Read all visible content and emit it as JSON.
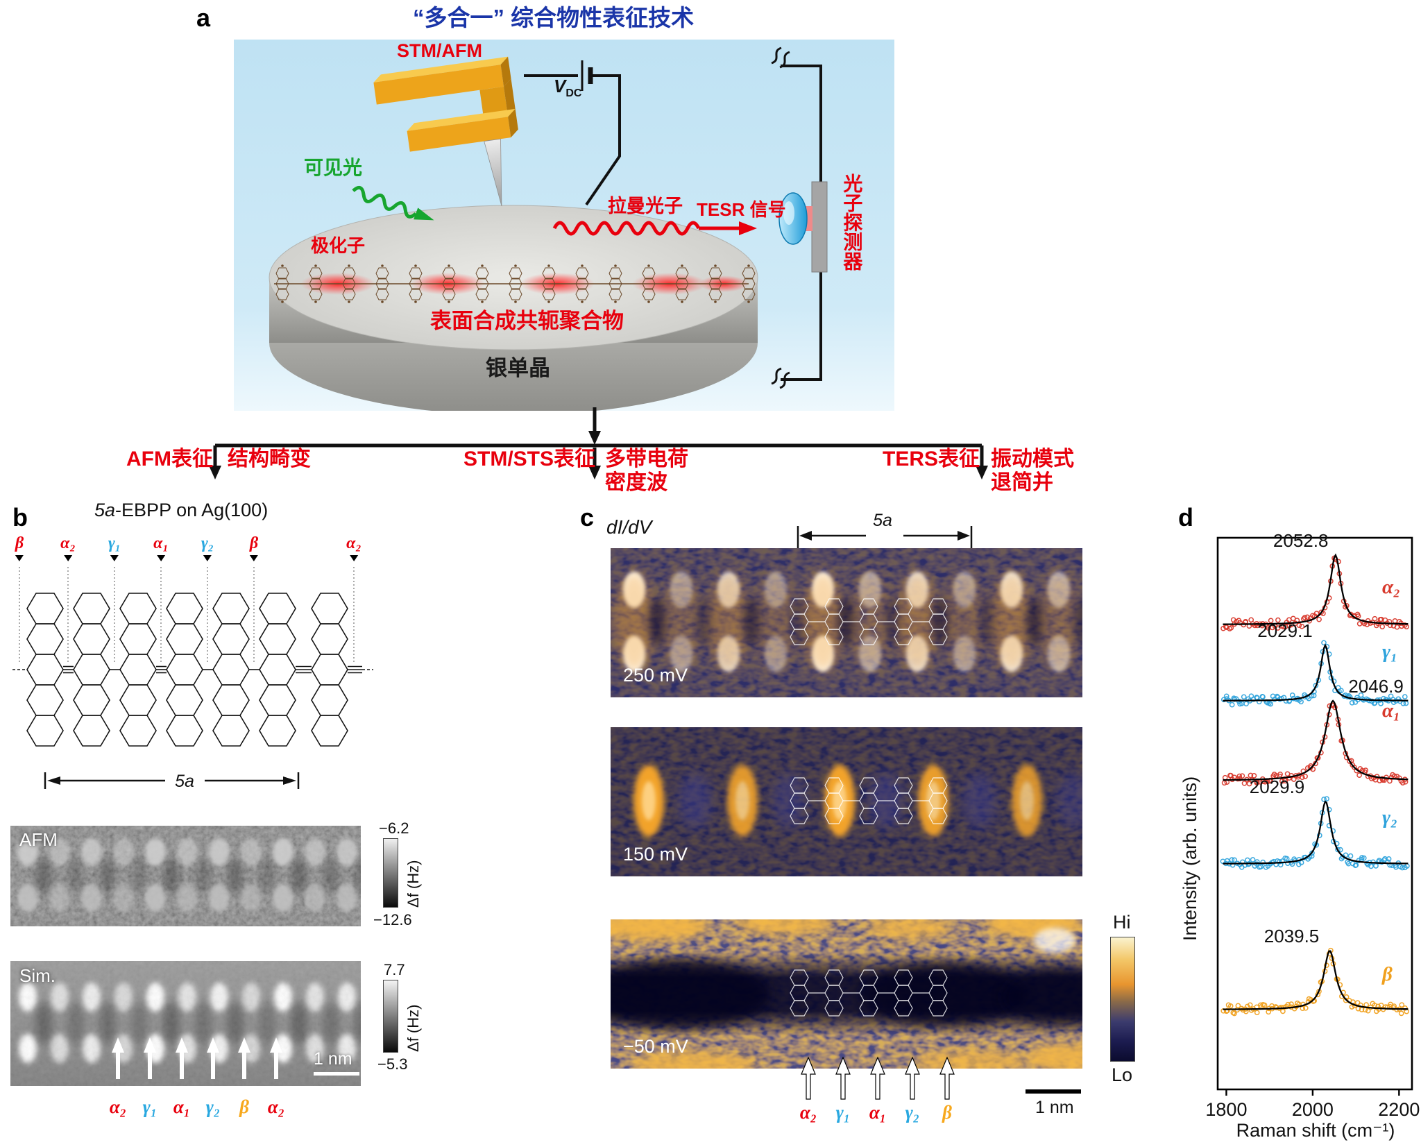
{
  "panel_a": {
    "label": "a",
    "title": "“多合一” 综合物性表征技术",
    "stm_afm": "STM/AFM",
    "vdc_main": "V",
    "vdc_sub": "DC",
    "visible_light": "可见光",
    "polaron": "极化子",
    "raman_photon": "拉曼光子",
    "tesr_signal": "TESR 信号",
    "photon_detector": "光子探测器",
    "polymer": "表面合成共轭聚合物",
    "silver_crystal": "银单晶",
    "colors": {
      "title_blue": "#1a35a8",
      "accent_red": "#e8000d",
      "light_green": "#17a52f",
      "cantilever_orange": "#eda41b",
      "box_blue": "#c2e4f4"
    }
  },
  "flow": {
    "afm_method": "AFM表征",
    "afm_result": "结构畸变",
    "stm_method": "STM/STS表征",
    "stm_result_1": "多带电荷",
    "stm_result_2": "密度波",
    "ters_method": "TERS表征",
    "ters_result_1": "振动模式",
    "ters_result_2": "退简并"
  },
  "panel_b": {
    "label": "b",
    "title_italic": "5a",
    "title_rest": "-EBPP on Ag(100)",
    "structure_labels": [
      {
        "text": "β",
        "color": "#e8000d"
      },
      {
        "text": "α₂",
        "color": "#e8000d"
      },
      {
        "text": "γ₁",
        "color": "#29a8e0"
      },
      {
        "text": "α₁",
        "color": "#e8000d"
      },
      {
        "text": "γ₂",
        "color": "#29a8e0"
      },
      {
        "text": "β",
        "color": "#e8000d"
      },
      {
        "text": "α₂",
        "color": "#e8000d"
      }
    ],
    "span_label": "5a",
    "afm_label": "AFM",
    "sim_label": "Sim.",
    "afm_scale_top": "−6.2",
    "afm_scale_bottom": "−12.6",
    "afm_scale_unit": "Δf (Hz)",
    "sim_scale_top": "7.7",
    "sim_scale_bottom": "−5.3",
    "sim_scale_unit": "Δf (Hz)",
    "scalebar": "1 nm",
    "bottom_labels": [
      {
        "text": "α₂",
        "color": "#e8000d"
      },
      {
        "text": "γ₁",
        "color": "#29a8e0"
      },
      {
        "text": "α₁",
        "color": "#e8000d"
      },
      {
        "text": "γ₂",
        "color": "#29a8e0"
      },
      {
        "text": "β",
        "color": "#f7a81c"
      },
      {
        "text": "α₂",
        "color": "#e8000d"
      }
    ]
  },
  "panel_c": {
    "label": "c",
    "didv": "dI/dV",
    "span_label": "5a",
    "bias_labels": [
      "250 mV",
      "150 mV",
      "−50 mV"
    ],
    "colorbar_top": "Hi",
    "colorbar_bottom": "Lo",
    "scalebar": "1 nm",
    "bottom_labels": [
      {
        "text": "α₂",
        "color": "#e8000d"
      },
      {
        "text": "γ₁",
        "color": "#29a8e0"
      },
      {
        "text": "α₁",
        "color": "#e8000d"
      },
      {
        "text": "γ₂",
        "color": "#29a8e0"
      },
      {
        "text": "β",
        "color": "#f7a81c"
      }
    ]
  },
  "panel_d": {
    "label": "d"
  },
  "chart_data": {
    "type": "line",
    "title": "",
    "xlabel": "Raman shift (cm⁻¹)",
    "ylabel": "Intensity (arb. units)",
    "xlim": [
      1780,
      2230
    ],
    "xticks": [
      1800,
      2000,
      2200
    ],
    "grid": false,
    "legend_position": "right-of-peaks",
    "series": [
      {
        "name": "α₂",
        "color": "#d8392c",
        "peak_center": 2052.8,
        "peak_label": "2052.8"
      },
      {
        "name": "γ₁",
        "color": "#2fa3dc",
        "peak_center": 2029.1,
        "peak_label": "2029.1"
      },
      {
        "name": "α₁",
        "color": "#d8392c",
        "peak_center": 2046.9,
        "peak_label": "2046.9"
      },
      {
        "name": "γ₂",
        "color": "#2fa3dc",
        "peak_center": 2029.9,
        "peak_label": "2029.9"
      },
      {
        "name": "β",
        "color": "#f0a01e",
        "peak_center": 2039.5,
        "peak_label": "2039.5"
      }
    ],
    "note": "Five vertically offset spectra; open circles experiment, black curves Lorentzian fits"
  }
}
